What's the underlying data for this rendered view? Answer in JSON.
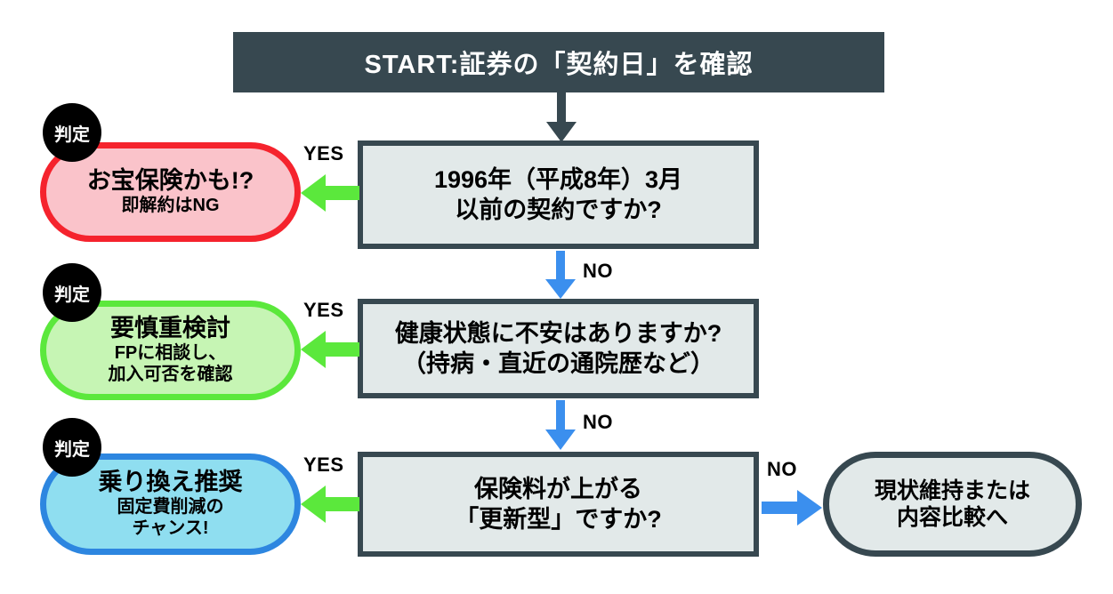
{
  "diagram": {
    "title_box": {
      "label": "START:証券の「契約日」を確認"
    },
    "badge_label": "判定",
    "edge_labels": {
      "yes": "YES",
      "no": "NO"
    },
    "questions": [
      {
        "id": "q1",
        "line1": "1996年（平成8年）3月",
        "line2": "以前の契約ですか?"
      },
      {
        "id": "q2",
        "line1": "健康状態に不安はありますか?",
        "line2": "（持病・直近の通院歴など）"
      },
      {
        "id": "q3",
        "line1": "保険料が上がる",
        "line2": "「更新型」ですか?"
      }
    ],
    "results": [
      {
        "id": "r1",
        "head": "お宝保険かも!?",
        "sub1": "即解約はNG",
        "sub2": "",
        "fill": "#fac3ca",
        "border": "#f5232d"
      },
      {
        "id": "r2",
        "head": "要慎重検討",
        "sub1": "FPに相談し、",
        "sub2": "加入可否を確認",
        "fill": "#c6f5b4",
        "border": "#5be83c"
      },
      {
        "id": "r3",
        "head": "乗り換え推奨",
        "sub1": "固定費削減の",
        "sub2": "チャンス!",
        "fill": "#8fdef0",
        "border": "#2d86e0"
      }
    ],
    "final_result": {
      "line1": "現状維持または",
      "line2": "内容比較へ"
    },
    "colors": {
      "dark": "#374850",
      "box_fill": "#e2e9e9",
      "yes_arrow": "#5be83c",
      "no_arrow": "#3b8fee",
      "start_arrow": "#374850",
      "badge_bg": "#000000",
      "background": "#ffffff"
    }
  }
}
